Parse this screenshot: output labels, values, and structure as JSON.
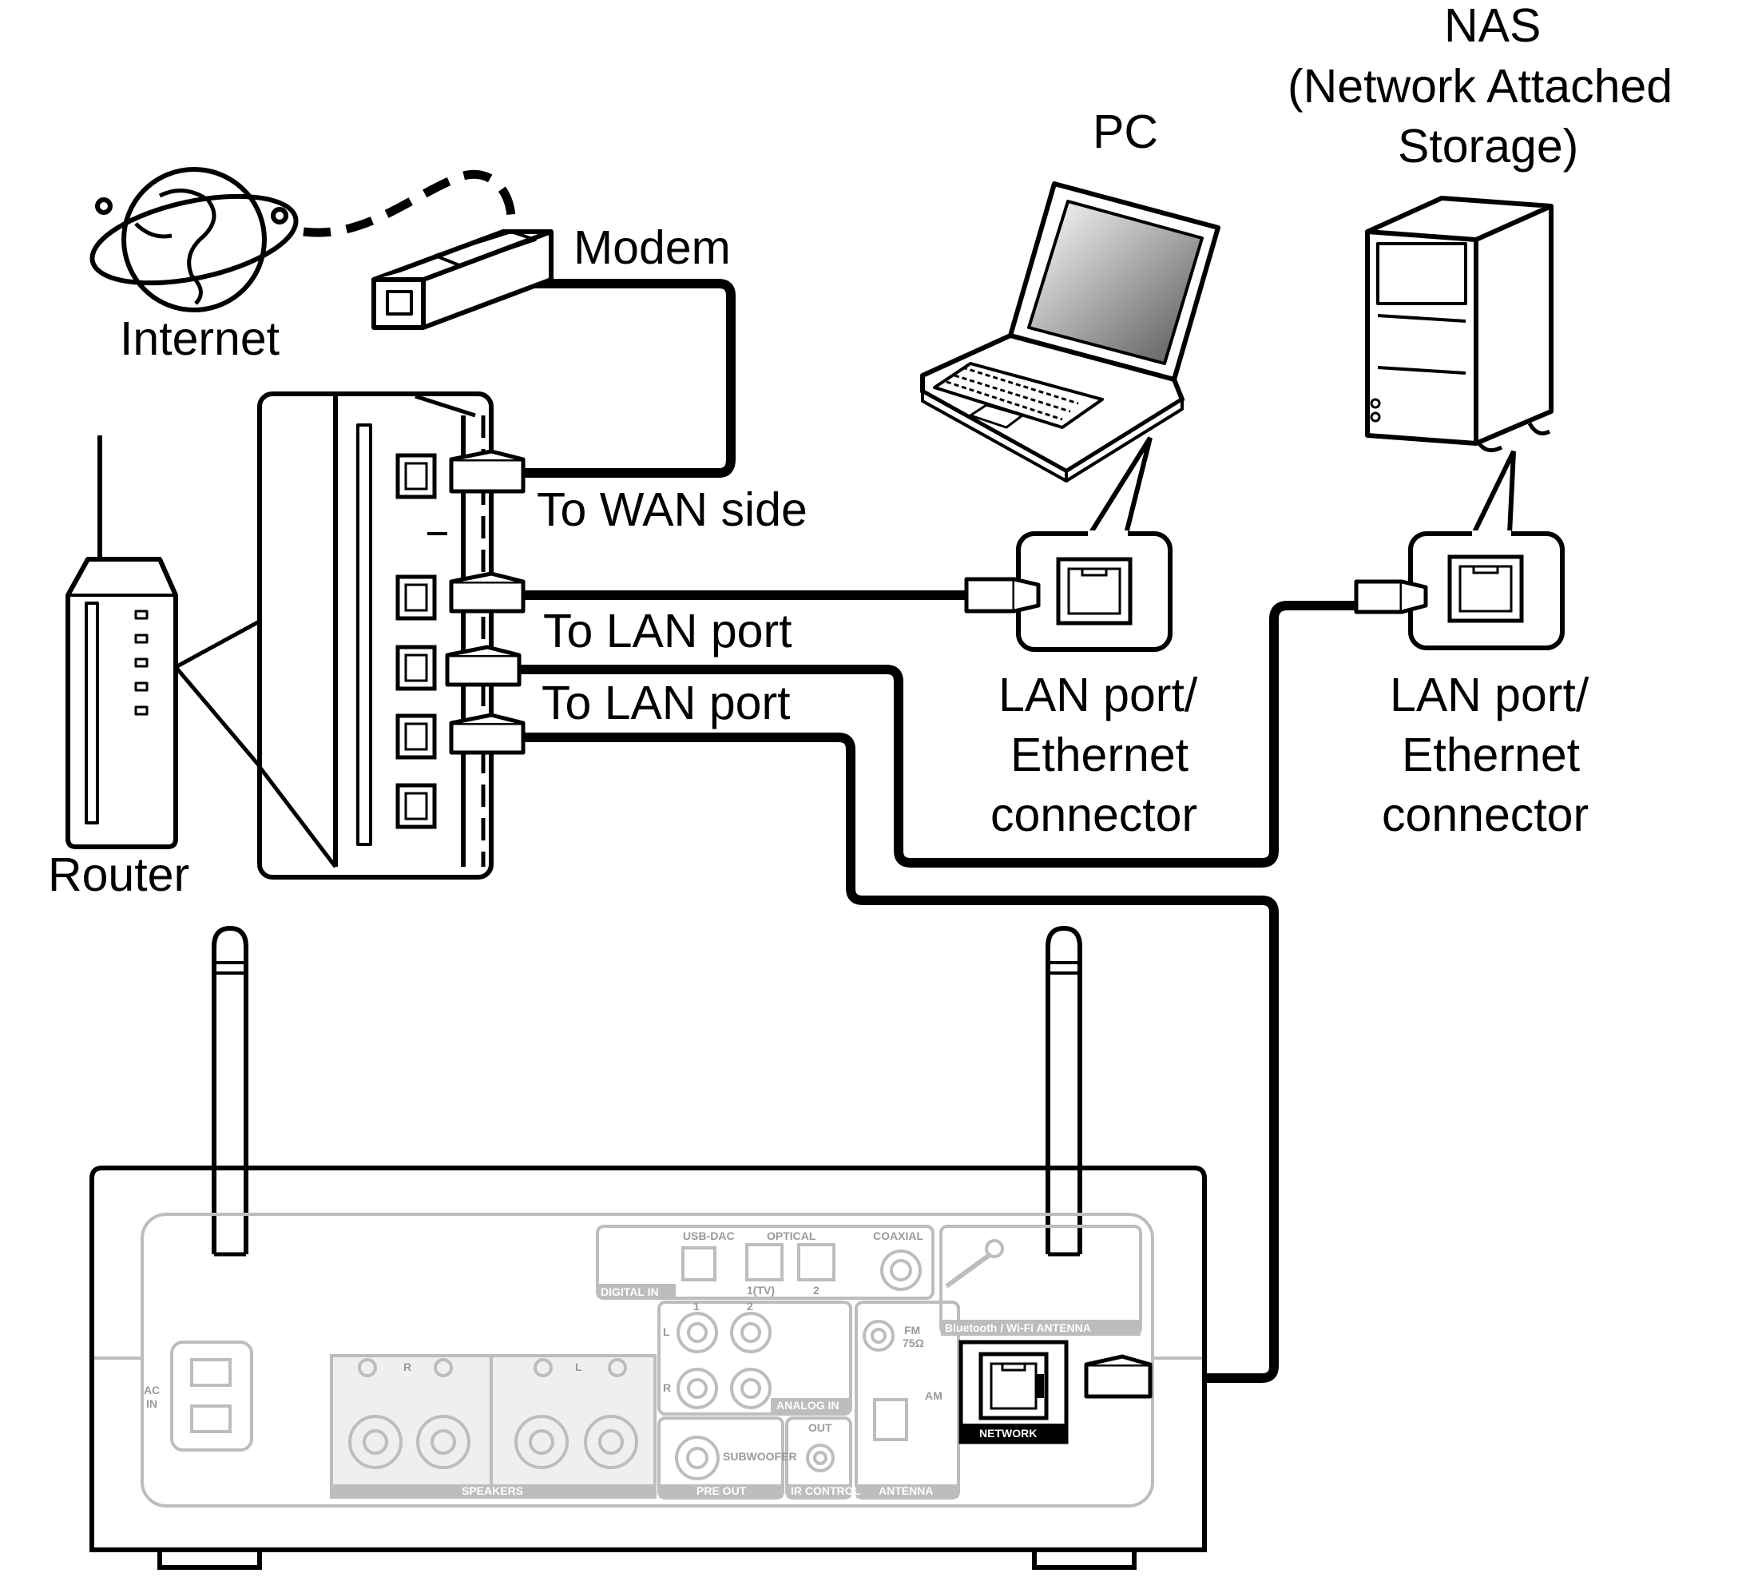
{
  "labels": {
    "nas": "NAS",
    "nas_line2": "(Network Attached",
    "nas_line3": "Storage)",
    "pc": "PC",
    "modem": "Modem",
    "internet": "Internet",
    "to_wan": "To WAN side",
    "to_lan_1": "To LAN port",
    "to_lan_2": "To LAN port",
    "router": "Router",
    "pc_port_l1": "LAN port/",
    "pc_port_l2": "Ethernet",
    "pc_port_l3": "connector",
    "nas_port_l1": "LAN port/",
    "nas_port_l2": "Ethernet",
    "nas_port_l3": "connector"
  },
  "rear_panel": {
    "usb_dac": "USB-DAC",
    "optical": "OPTICAL",
    "coaxial": "COAXIAL",
    "digital_in": "DIGITAL IN",
    "optical_1": "1(TV)",
    "optical_2": "2",
    "analog_1": "1",
    "analog_2": "2",
    "analog_l": "L",
    "analog_r": "R",
    "analog_in": "ANALOG IN",
    "bt_wifi": "Bluetooth / Wi-Fi ANTENNA",
    "fm": "FM",
    "fm_ohm": "75Ω",
    "am": "AM",
    "ac_in_1": "AC",
    "ac_in_2": "IN",
    "speakers": "SPEAKERS",
    "speakers_r": "R",
    "speakers_l": "L",
    "subwoofer": "SUBWOOFER",
    "pre_out": "PRE OUT",
    "out": "OUT",
    "ir_control": "IR CONTROL",
    "antenna": "ANTENNA",
    "network": "NETWORK"
  }
}
